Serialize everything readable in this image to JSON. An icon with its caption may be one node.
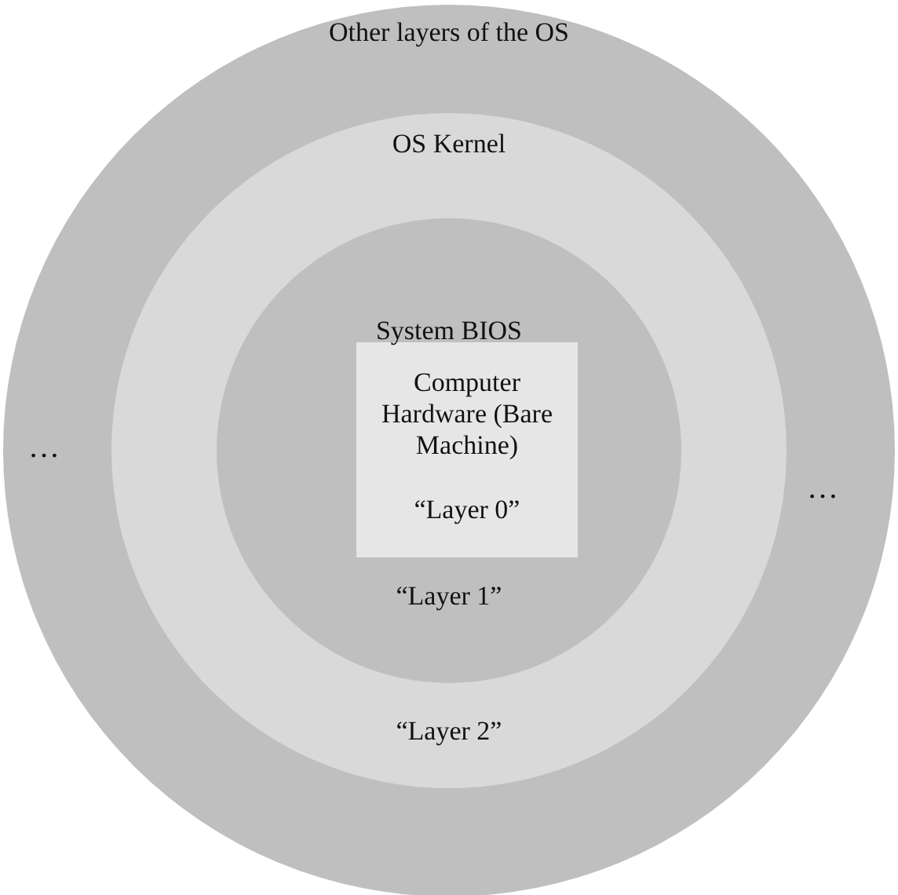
{
  "diagram": {
    "nodes": [
      {
        "text": [
          "Other layers of the OS"
        ]
      },
      {
        "text": [
          "OS Kernel",
          "“Layer 2”"
        ],
        "in": 0
      },
      {
        "text": [
          "System BIOS",
          "“Layer 1”"
        ],
        "in": 1
      },
      {
        "text": [
          "Computer Hardware (Bare Machine)",
          "“Layer 0”"
        ],
        "in": 2
      }
    ],
    "labels": [
      "…",
      "…"
    ]
  }
}
